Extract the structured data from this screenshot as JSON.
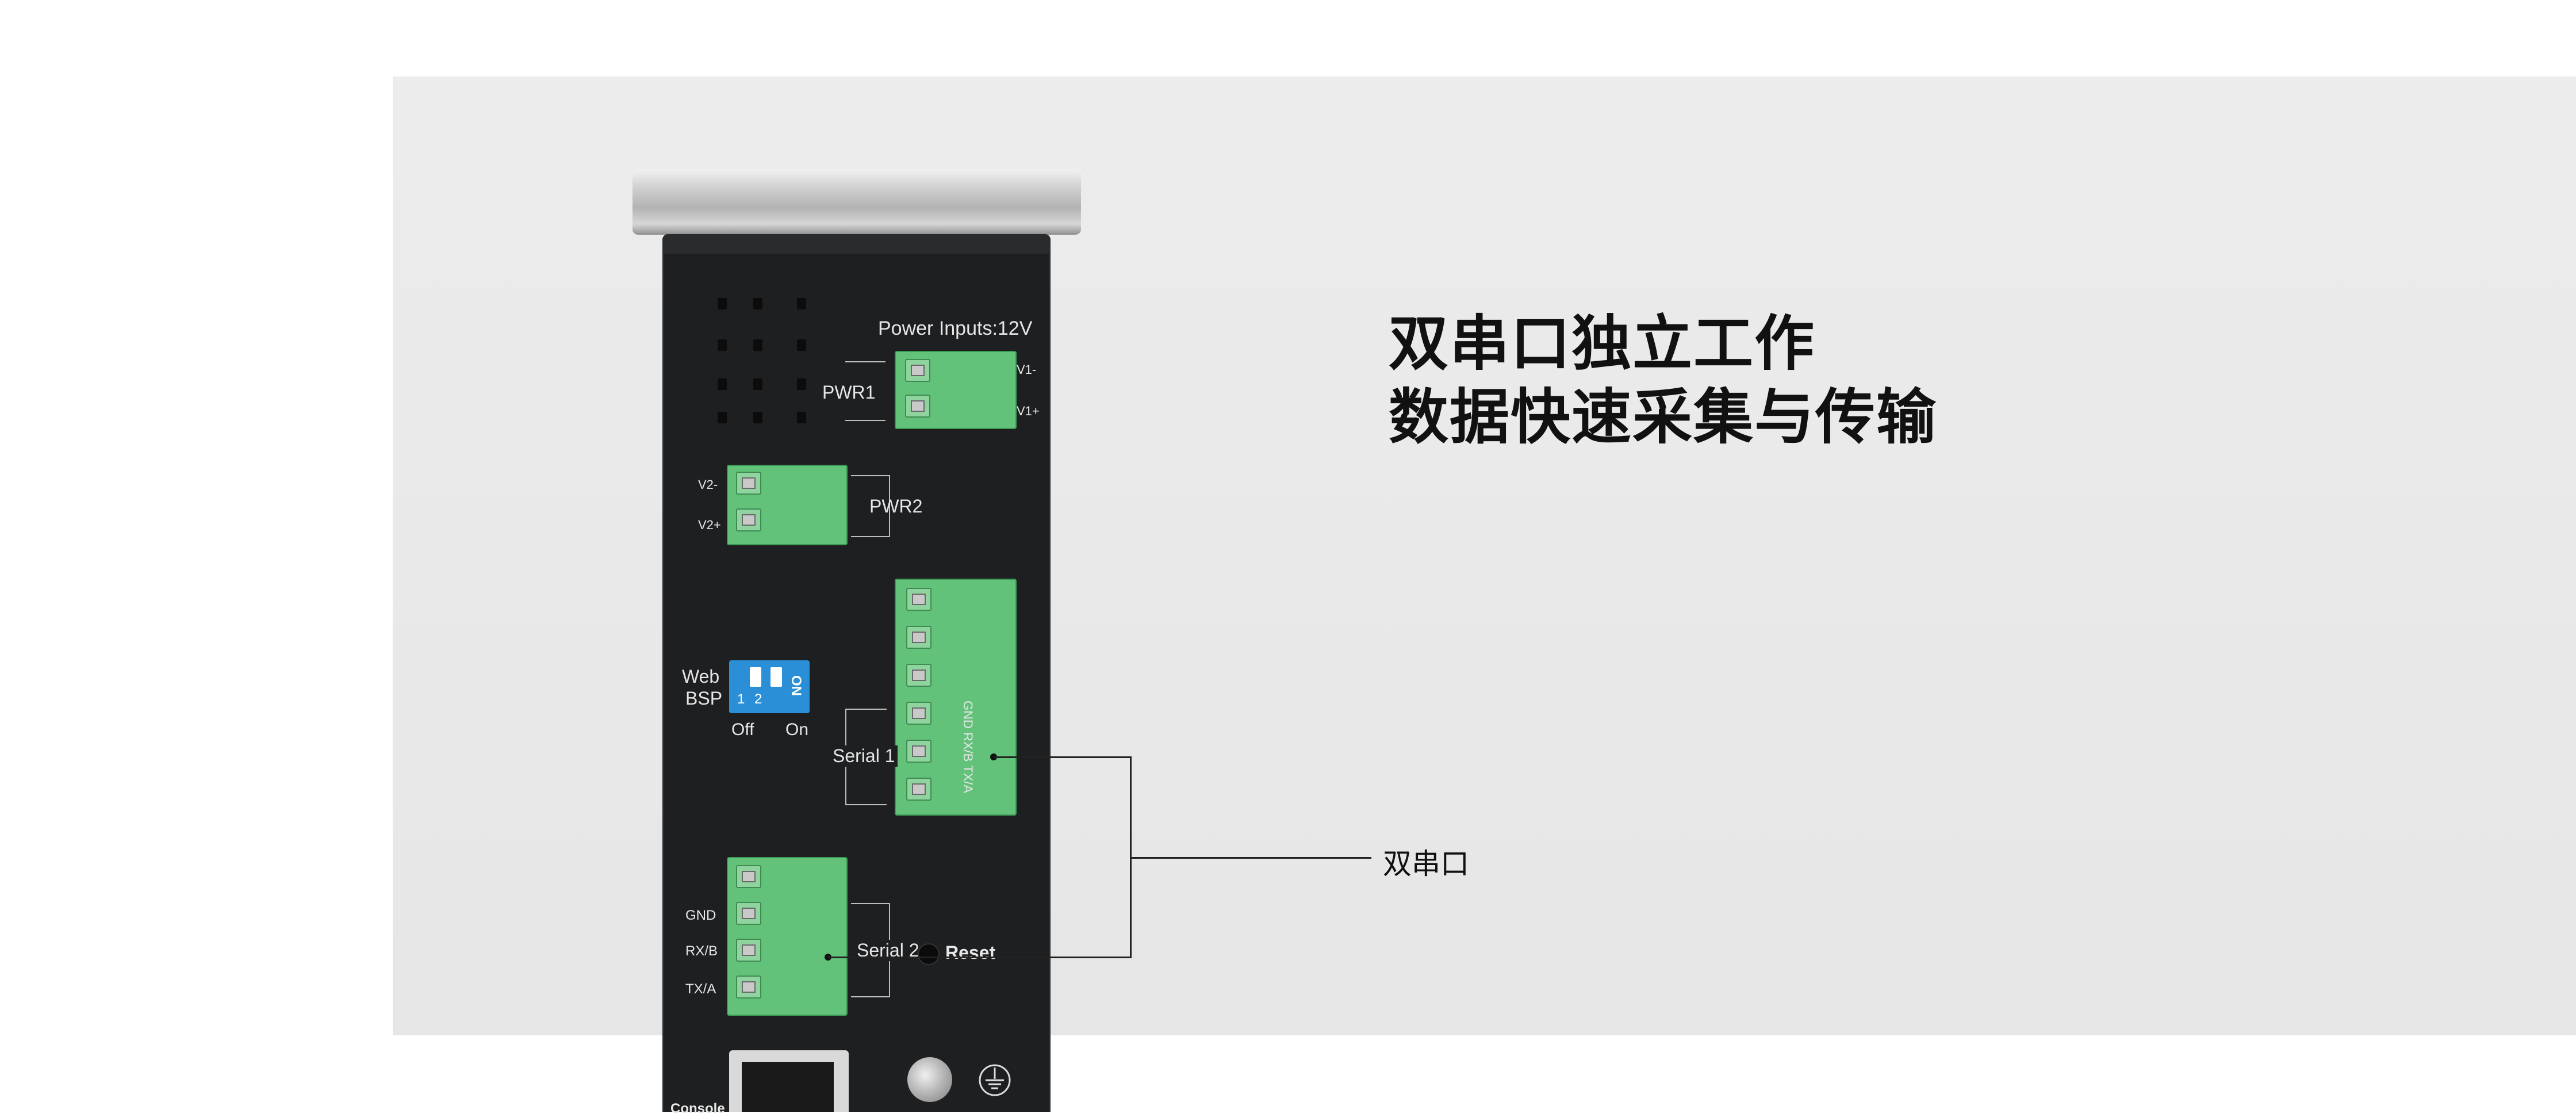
{
  "headline": {
    "line1": "双串口独立工作",
    "line2": "数据快速采集与传输"
  },
  "callout": {
    "label": "双串口"
  },
  "device": {
    "power_inputs_label": "Power Inputs:12V",
    "pwr1_label": "PWR1",
    "pwr2_label": "PWR2",
    "v1_minus": "V1-",
    "v1_plus": "V1+",
    "v2_minus": "V2-",
    "v2_plus": "V2+",
    "dip_web": "Web",
    "dip_bsp": "BSP",
    "dip_on_mark": "ON",
    "dip_num1": "1",
    "dip_num2": "2",
    "dip_off": "Off",
    "dip_on": "On",
    "serial1_label": "Serial 1",
    "serial1_pins": "GND RX/B TX/A",
    "serial2_label": "Serial 2",
    "serial2_gnd": "GND",
    "serial2_rxb": "RX/B",
    "serial2_txa": "TX/A",
    "reset_label": "Reset",
    "console_label": "Console"
  },
  "colors": {
    "panel": "#ebebeb",
    "device": "#1e1f21",
    "terminal_green": "#62c27a",
    "dip_blue": "#2a8fd6"
  }
}
